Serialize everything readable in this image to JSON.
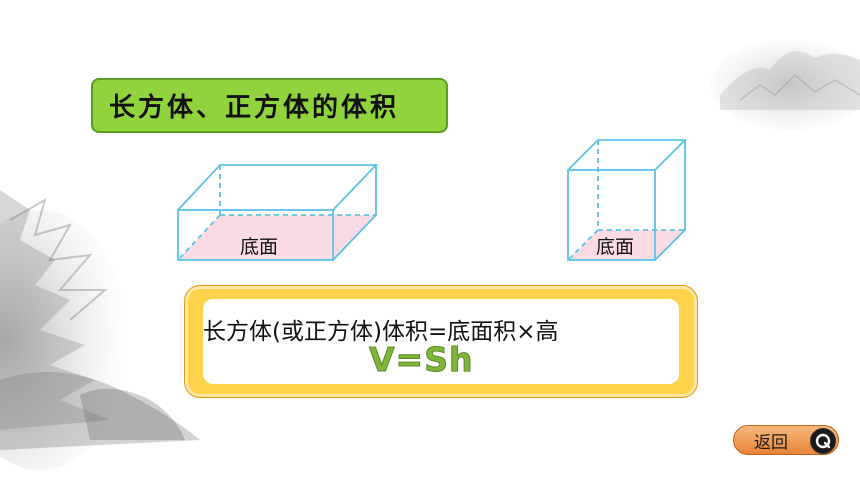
{
  "title": "长方体、正方体的体积",
  "shapes": {
    "cuboid_base_label": "底面",
    "cube_base_label": "底面"
  },
  "formula": {
    "text": "长方体(或正方体)体积=底面积×高",
    "equation": "V=Sh"
  },
  "back_button": {
    "label": "返回",
    "icon": "q-icon"
  },
  "colors": {
    "title_bg": "#8fd33d",
    "edge": "#5cc2e6",
    "base_fill": "#fbdbe3",
    "formula_frame": "#ffd24a",
    "equation": "#7fb53a",
    "button": "#e8843a"
  }
}
